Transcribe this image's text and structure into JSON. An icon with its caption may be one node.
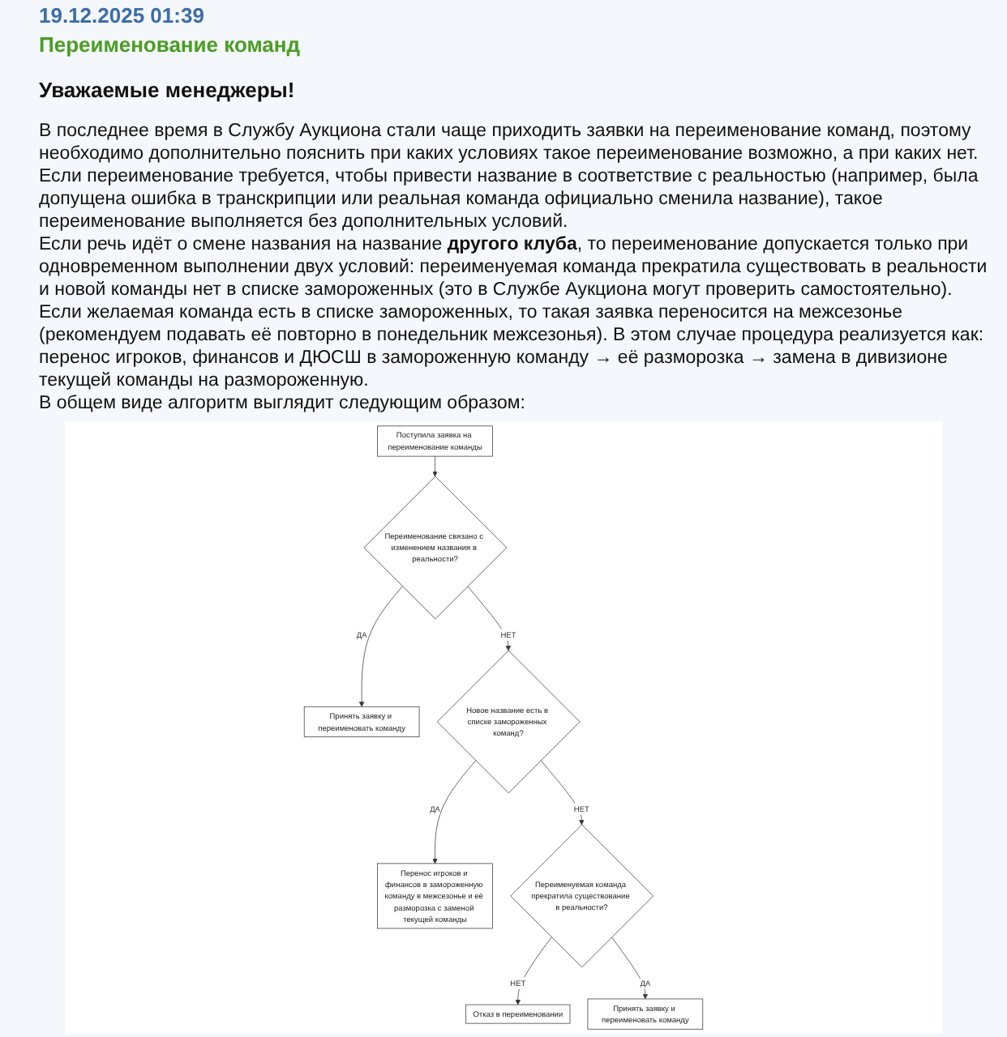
{
  "diagram": {
    "title": "Переименование команд",
    "nodes": [
      {
        "text": [
          "Поступила заявка на переименование команды"
        ]
      },
      {
        "text": [
          "Переименование связано с изменением названия в реальности?"
        ]
      },
      {
        "text": [
          "Принять заявку и переименовать команду"
        ]
      },
      {
        "text": [
          "Новое название есть в списке замороженных команд?"
        ]
      },
      {
        "text": [
          "Перенос игроков и финансов в замороженную команду в межсезонье и её разморозка с заменой текущей команды"
        ]
      },
      {
        "text": [
          "Переименуемая команда прекратила существование в реальности?"
        ]
      },
      {
        "text": [
          "Отказ в переименовании"
        ]
      },
      {
        "text": [
          "Принять заявку и переименовать команду"
        ]
      }
    ],
    "edges": [
      {
        "from": 0,
        "to": 1,
        "arrow": "to"
      },
      {
        "from": 1,
        "to": 2,
        "arrow": "to",
        "label": "ДА"
      },
      {
        "from": 1,
        "to": 3,
        "arrow": "to",
        "label": "НЕТ"
      },
      {
        "from": 3,
        "to": 4,
        "arrow": "to",
        "label": "ДА"
      },
      {
        "from": 3,
        "to": 5,
        "arrow": "to",
        "label": "НЕТ"
      },
      {
        "from": 5,
        "to": 6,
        "arrow": "to",
        "label": "НЕТ"
      },
      {
        "from": 5,
        "to": 7,
        "arrow": "to",
        "label": "ДА"
      }
    ],
    "labels": [
      "19.12.2025 01:39",
      "Уважаемые менеджеры!",
      "В последнее время в Службу Аукциона стали чаще приходить заявки на переименование команд, поэтому необходимо дополнительно пояснить при каких условиях такое переименование возможно, а при каких нет.",
      "Если переименование требуется, чтобы привести название в соответствие с реальностью (например, была допущена ошибка в транскрипции или реальная команда официально сменила название), такое переименование выполняется без дополнительных условий.",
      "Если речь идёт о смене названия на название **другого клуба**, то переименование допускается только при одновременном выполнении двух условий: переименуемая команда прекратила существовать в реальности и новой команды нет в списке замороженных (это в Службе Аукциона могут проверить самостоятельно).",
      "Если желаемая команда есть в списке замороженных, то такая заявка переносится на межсезонье (рекомендуем подавать её повторно в понедельник межсезонья). В этом случае процедура реализуется как: перенос игроков, финансов и ДЮСШ в замороженную команду → её разморозка → замена в дивизионе текущей команды на размороженную.",
      "В общем виде алгоритм выглядит следующим образом:"
    ]
  }
}
